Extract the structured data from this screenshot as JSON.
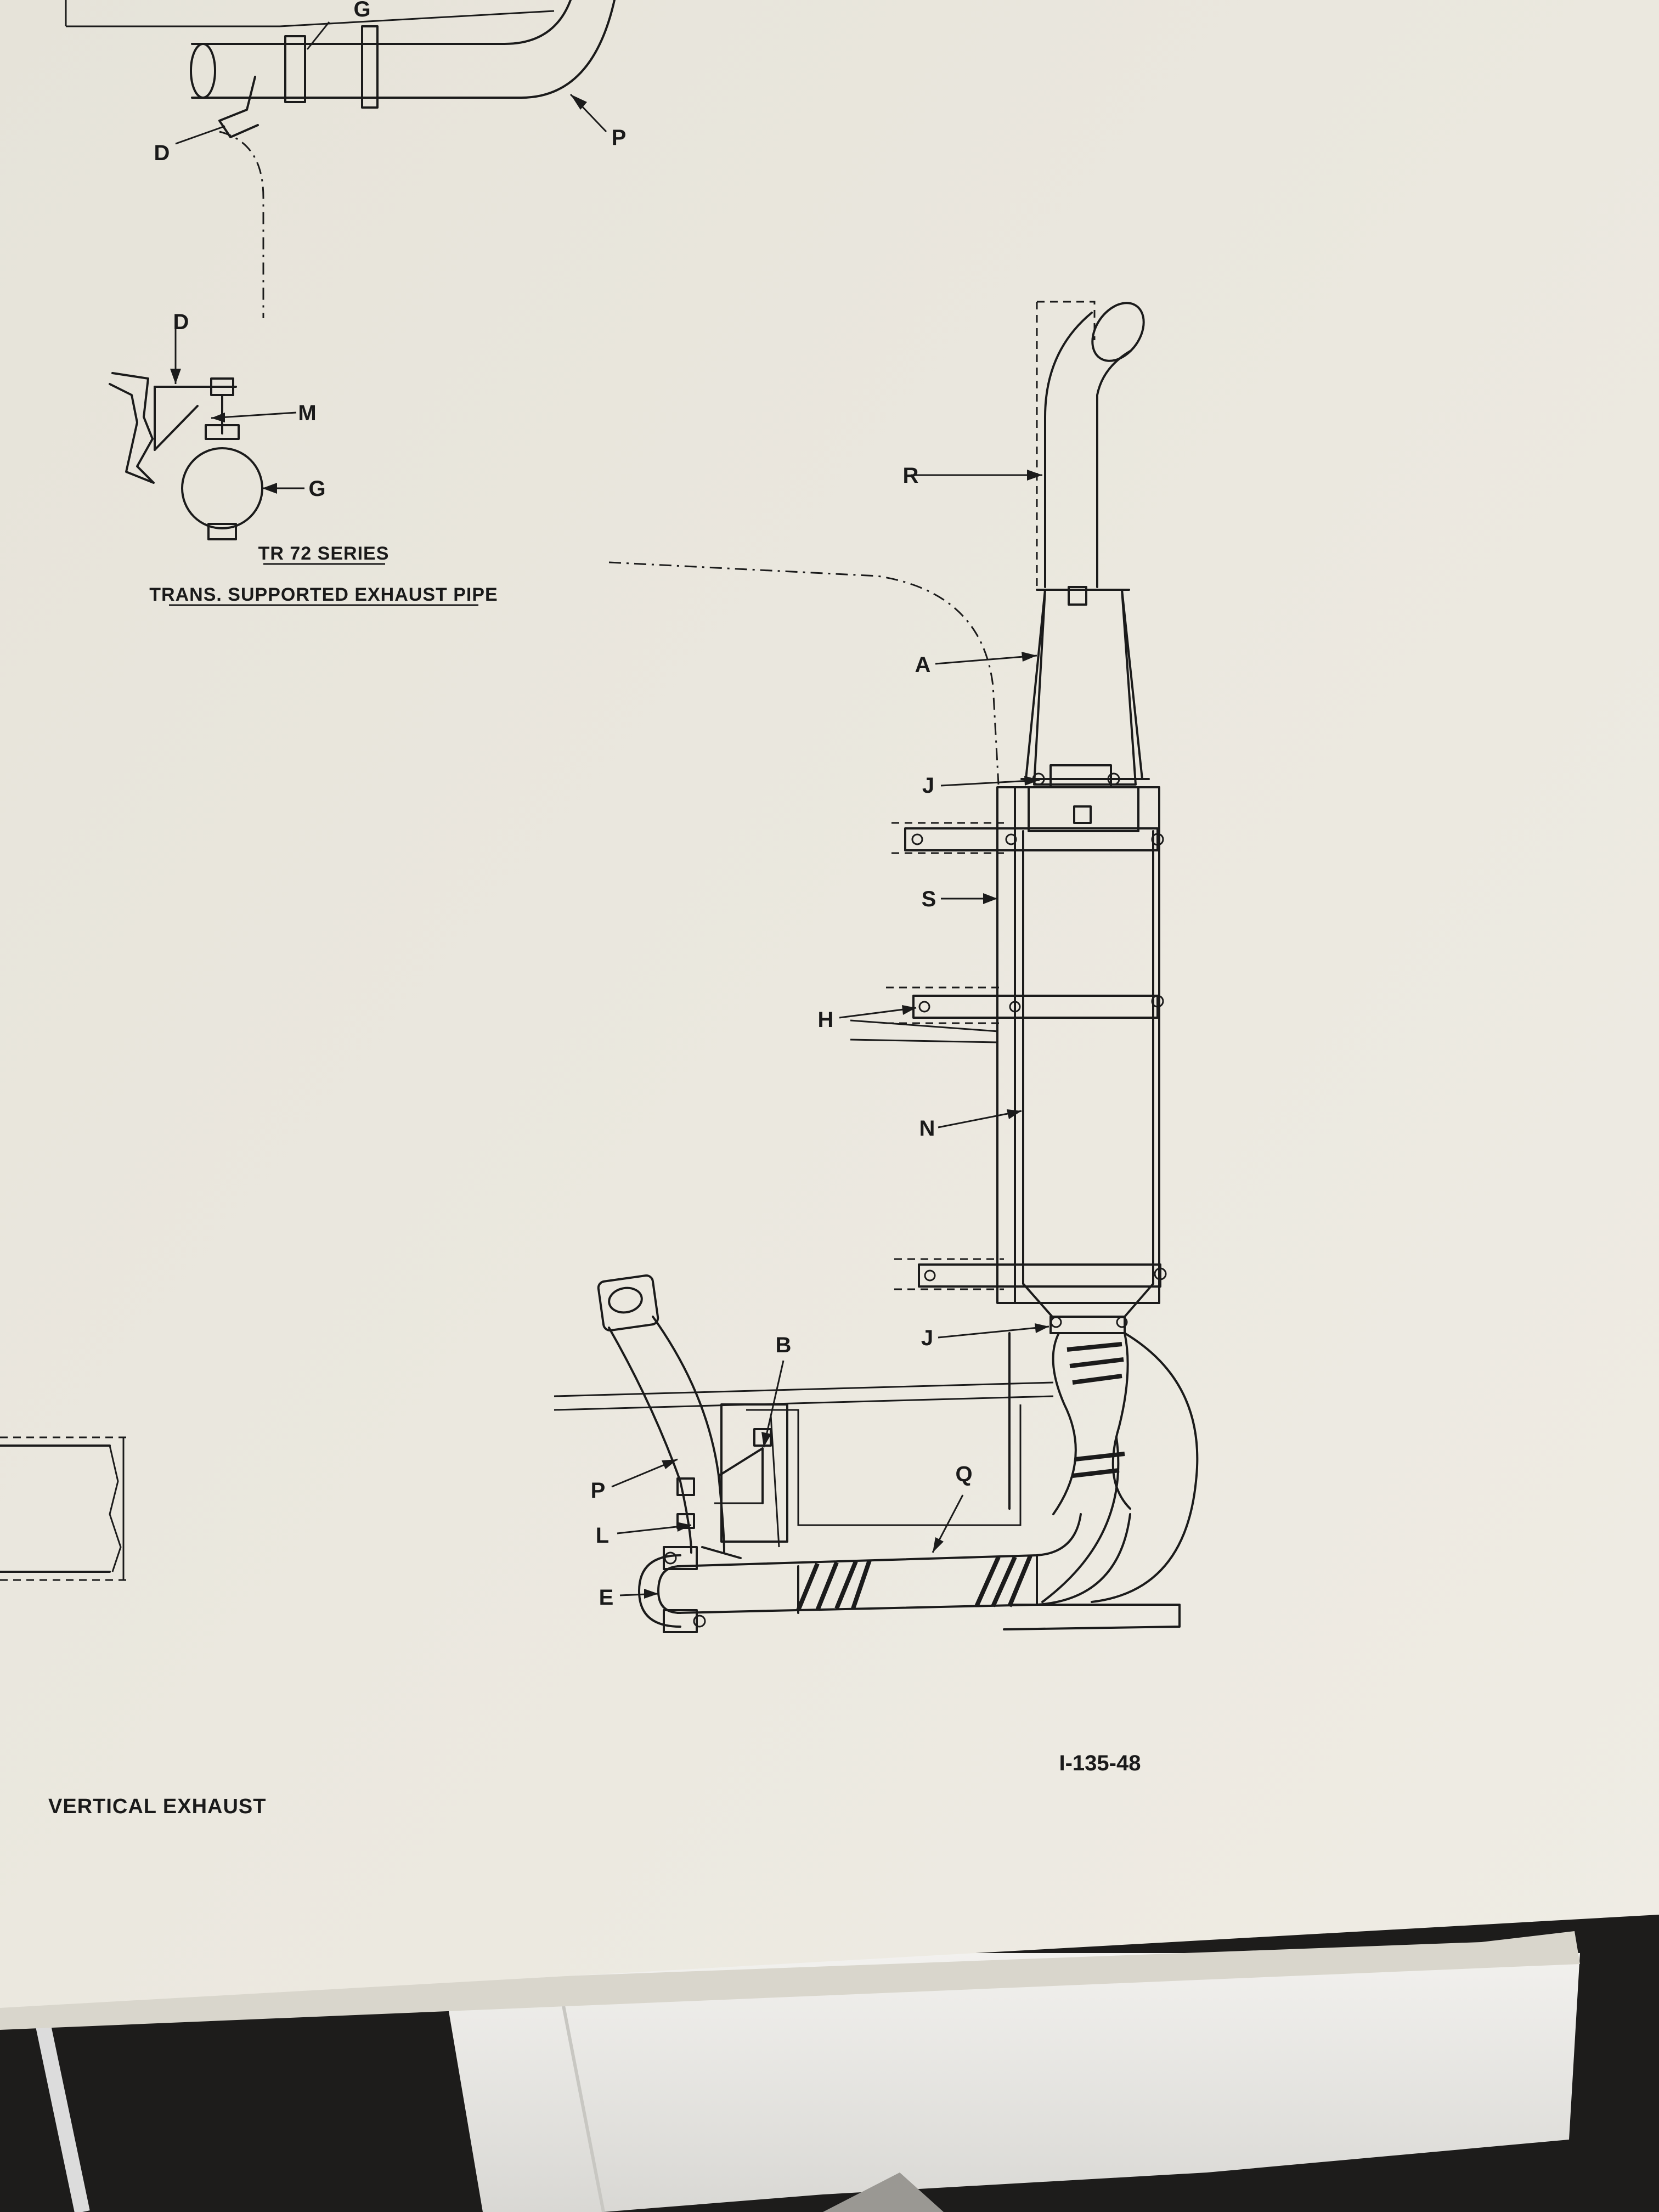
{
  "drawing": {
    "caption_main": "VERTICAL EXHAUST",
    "drawing_number": "I-135-48",
    "detail_series": "TR 72 SERIES",
    "detail_caption": "TRANS. SUPPORTED EXHAUST PIPE"
  },
  "callouts": {
    "top_G": "G",
    "top_D": "D",
    "top_P": "P",
    "detail_D": "D",
    "detail_M": "M",
    "detail_G": "G",
    "R": "R",
    "A": "A",
    "J_upper": "J",
    "S": "S",
    "H": "H",
    "N": "N",
    "J_lower": "J",
    "B": "B",
    "Q": "Q",
    "P": "P",
    "L": "L",
    "E": "E"
  },
  "colors": {
    "paper": "#e9e6dd",
    "ink": "#1b1b1b",
    "background": "#1d1c1b",
    "tissue": "#ecebe7"
  }
}
